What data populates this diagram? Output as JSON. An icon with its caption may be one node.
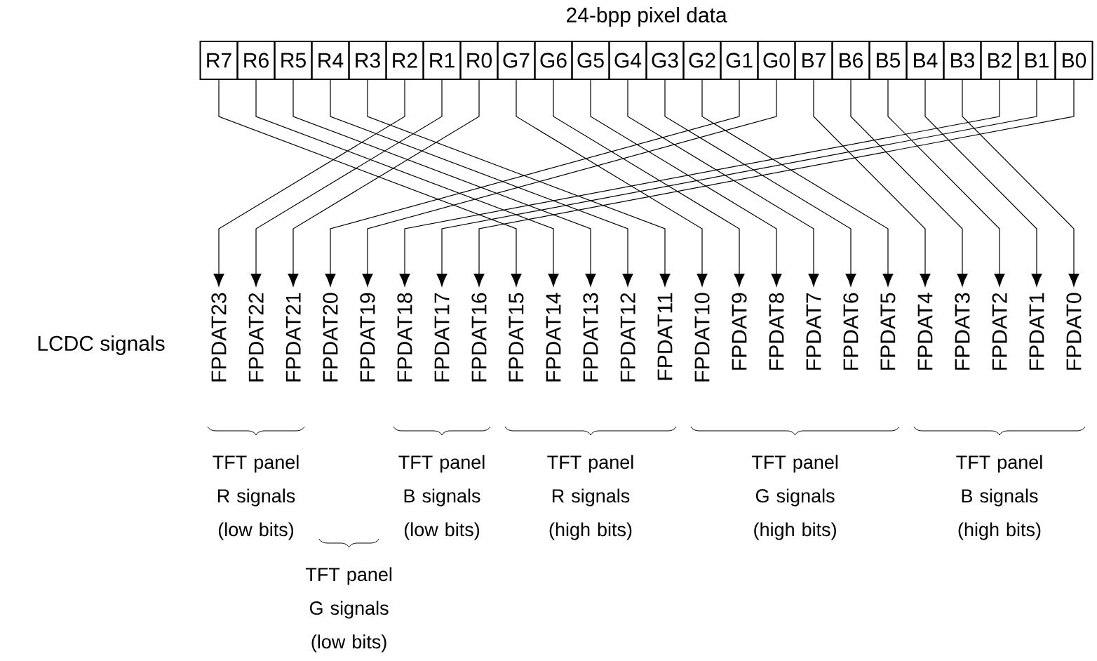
{
  "diagram": {
    "title": "24-bpp pixel data",
    "nodes": [
      {
        "text": [
          "R7"
        ]
      },
      {
        "text": [
          "R6"
        ]
      },
      {
        "text": [
          "R5"
        ]
      },
      {
        "text": [
          "R4"
        ]
      },
      {
        "text": [
          "R3"
        ]
      },
      {
        "text": [
          "R2"
        ]
      },
      {
        "text": [
          "R1"
        ]
      },
      {
        "text": [
          "R0"
        ]
      },
      {
        "text": [
          "G7"
        ]
      },
      {
        "text": [
          "G6"
        ]
      },
      {
        "text": [
          "G5"
        ]
      },
      {
        "text": [
          "G4"
        ]
      },
      {
        "text": [
          "G3"
        ]
      },
      {
        "text": [
          "G2"
        ]
      },
      {
        "text": [
          "G1"
        ]
      },
      {
        "text": [
          "G0"
        ]
      },
      {
        "text": [
          "B7"
        ]
      },
      {
        "text": [
          "B6"
        ]
      },
      {
        "text": [
          "B5"
        ]
      },
      {
        "text": [
          "B4"
        ]
      },
      {
        "text": [
          "B3"
        ]
      },
      {
        "text": [
          "B2"
        ]
      },
      {
        "text": [
          "B1"
        ]
      },
      {
        "text": [
          "B0"
        ]
      },
      {
        "text": [
          "FPDAT23"
        ]
      },
      {
        "text": [
          "FPDAT22"
        ]
      },
      {
        "text": [
          "FPDAT21"
        ]
      },
      {
        "text": [
          "FPDAT20"
        ]
      },
      {
        "text": [
          "FPDAT19"
        ]
      },
      {
        "text": [
          "FPDAT18"
        ]
      },
      {
        "text": [
          "FPDAT17"
        ]
      },
      {
        "text": [
          "FPDAT16"
        ]
      },
      {
        "text": [
          "FPDAT15"
        ]
      },
      {
        "text": [
          "FPDAT14"
        ]
      },
      {
        "text": [
          "FPDAT13"
        ]
      },
      {
        "text": [
          "FPDAT12"
        ]
      },
      {
        "text": [
          "FPDAT11"
        ]
      },
      {
        "text": [
          "FPDAT10"
        ]
      },
      {
        "text": [
          "FPDAT9"
        ]
      },
      {
        "text": [
          "FPDAT8"
        ]
      },
      {
        "text": [
          "FPDAT7"
        ]
      },
      {
        "text": [
          "FPDAT6"
        ]
      },
      {
        "text": [
          "FPDAT5"
        ]
      },
      {
        "text": [
          "FPDAT4"
        ]
      },
      {
        "text": [
          "FPDAT3"
        ]
      },
      {
        "text": [
          "FPDAT2"
        ]
      },
      {
        "text": [
          "FPDAT1"
        ]
      },
      {
        "text": [
          "FPDAT0"
        ]
      }
    ],
    "edges": [
      {
        "from": 0,
        "to": 32,
        "arrow": "to"
      },
      {
        "from": 1,
        "to": 33,
        "arrow": "to"
      },
      {
        "from": 2,
        "to": 34,
        "arrow": "to"
      },
      {
        "from": 3,
        "to": 35,
        "arrow": "to"
      },
      {
        "from": 4,
        "to": 36,
        "arrow": "to"
      },
      {
        "from": 5,
        "to": 24,
        "arrow": "to"
      },
      {
        "from": 6,
        "to": 25,
        "arrow": "to"
      },
      {
        "from": 7,
        "to": 26,
        "arrow": "to"
      },
      {
        "from": 8,
        "to": 37,
        "arrow": "to"
      },
      {
        "from": 9,
        "to": 38,
        "arrow": "to"
      },
      {
        "from": 10,
        "to": 39,
        "arrow": "to"
      },
      {
        "from": 11,
        "to": 40,
        "arrow": "to"
      },
      {
        "from": 12,
        "to": 41,
        "arrow": "to"
      },
      {
        "from": 13,
        "to": 42,
        "arrow": "to"
      },
      {
        "from": 14,
        "to": 27,
        "arrow": "to"
      },
      {
        "from": 15,
        "to": 28,
        "arrow": "to"
      },
      {
        "from": 16,
        "to": 43,
        "arrow": "to"
      },
      {
        "from": 17,
        "to": 44,
        "arrow": "to"
      },
      {
        "from": 18,
        "to": 45,
        "arrow": "to"
      },
      {
        "from": 19,
        "to": 46,
        "arrow": "to"
      },
      {
        "from": 20,
        "to": 47,
        "arrow": "to"
      },
      {
        "from": 21,
        "to": 29,
        "arrow": "to"
      },
      {
        "from": 22,
        "to": 30,
        "arrow": "to"
      },
      {
        "from": 23,
        "to": 31,
        "arrow": "to"
      }
    ],
    "labels": [
      "LCDC signals",
      "TFT panel R signals (low bits)",
      "TFT panel G signals (low bits)",
      "TFT panel B signals (low bits)",
      "TFT panel R signals (high bits)",
      "TFT panel G signals (high bits)",
      "TFT panel B signals (high bits)"
    ]
  }
}
